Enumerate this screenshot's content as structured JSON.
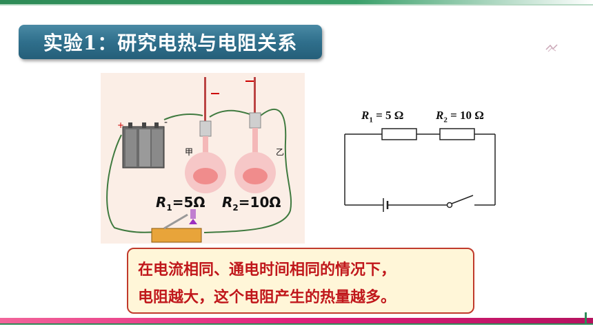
{
  "slide": {
    "title": "实验1：研究电热与电阻关系",
    "photo": {
      "label_jia": "甲",
      "label_yi": "乙",
      "r1": {
        "symbol": "R",
        "sub": "1",
        "value": "=5Ω"
      },
      "r2": {
        "symbol": "R",
        "sub": "2",
        "value": "=10Ω"
      }
    },
    "circuit": {
      "r1": {
        "symbol": "R",
        "sub": "1",
        "value": " = 5 Ω"
      },
      "r2": {
        "symbol": "R",
        "sub": "2",
        "value": " = 10 Ω"
      }
    },
    "conclusion": {
      "line1": "在电流相同、通电时间相同的情况下，",
      "line2": "电阻越大，这个电阻产生的热量越多。"
    },
    "colors": {
      "title_bg": "#2f6f8c",
      "conclusion_text": "#c0171b",
      "conclusion_border": "#c0392b",
      "conclusion_bg": "#fff6d8",
      "bottom_bar": "#e0207a",
      "accent_green": "#2e8b57"
    }
  }
}
